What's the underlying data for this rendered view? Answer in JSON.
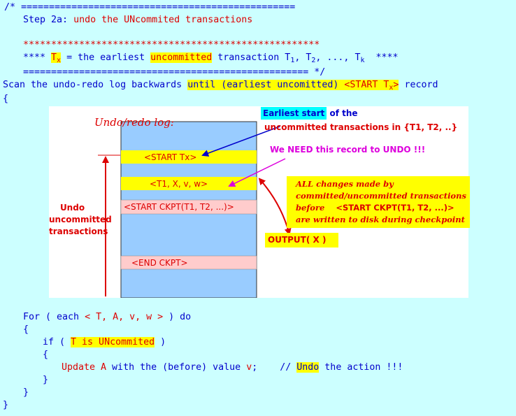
{
  "header": {
    "line1": "/* =================================================",
    "line2_label": "Step 2a:",
    "line2_text": "undo the UNcommited transactions",
    "stars": "*****************************************************",
    "line4_stars_l": "**** ",
    "tx_T": "T",
    "tx_sub": "x",
    "line4_eq": " = the earliest ",
    "line4_uncommitted": "uncommitted",
    "line4_tail": " transaction T",
    "sub_1": "1",
    "sep_a": ", T",
    "sub_2": "2",
    "sep_b": ", ..., T",
    "sub_k": "k",
    "line4_stars_r": "  ****",
    "line5": "=================================================== */"
  },
  "scan": {
    "prefix": "Scan the undo-redo log backwards ",
    "until": "until (earliest uncomitted) ",
    "start": "<START T",
    "start_sub": "x",
    "start_close": ">",
    "suffix": " record"
  },
  "brace_open": "{",
  "brace_close": "}",
  "diagram": {
    "log_title": "Undo/redo log:",
    "records": {
      "start_tx": "<START Tx>",
      "t1_record": "<T1, X, v, w>",
      "start_ckpt": "<START CKPT(T1, T2, ...)>",
      "end_ckpt": "<END CKPT>"
    },
    "earliest_box": "Earliest start",
    "earliest_rest": " of the",
    "earliest_line2": "uncommitted transactions in {T1, T2, ..}",
    "need_record": "We NEED this record to UNDO !!!",
    "undo_label": [
      "Undo",
      "uncommitted",
      "transactions"
    ],
    "note_lines": [
      "ALL changes made by",
      "committed/uncommitted transactions",
      "before",
      "<START CKPT(T1, T2, ...)>",
      "are written to disk during checkpoint"
    ],
    "output": "OUTPUT( X )",
    "colors": {
      "log_fill": "#99ccff",
      "record_yellow": "#ffff00",
      "record_pink": "#ffcccc",
      "arrow_red": "#dd0000",
      "arrow_blue": "#0000cc",
      "arrow_magenta": "#dd00dd",
      "earliest_cyan": "#00ffff"
    }
  },
  "code": {
    "for_kw": "For ( each ",
    "tuple": "< T, A, v, w >",
    "for_end": " ) do",
    "open1": "{",
    "if_kw": "if ( ",
    "cond": "T is UNcommited",
    "if_end": " )",
    "open2": "{",
    "update": "Update A",
    "with": " with the (before) value ",
    "v": "v",
    "semi": ";",
    "comment_a": "    // ",
    "undo_word": "Undo",
    "comment_b": " the action !!!",
    "close2": "}",
    "close1": "}"
  }
}
